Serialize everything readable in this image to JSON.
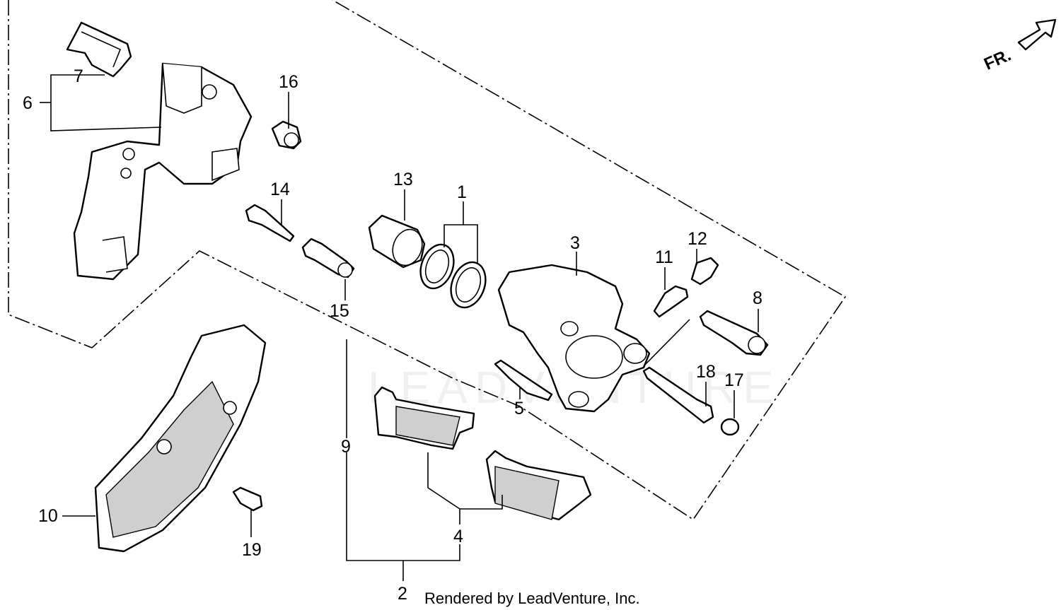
{
  "orientation_label": "FR.",
  "watermark": "LEADVENTURE",
  "credit": "Rendered by LeadVenture, Inc.",
  "callouts": {
    "c1": "1",
    "c2": "2",
    "c3": "3",
    "c4": "4",
    "c5": "5",
    "c6": "6",
    "c7": "7",
    "c8": "8",
    "c9": "9",
    "c10": "10",
    "c11": "11",
    "c12": "12",
    "c13": "13",
    "c14": "14",
    "c15": "15",
    "c16": "16",
    "c17": "17",
    "c18": "18",
    "c19": "19"
  }
}
